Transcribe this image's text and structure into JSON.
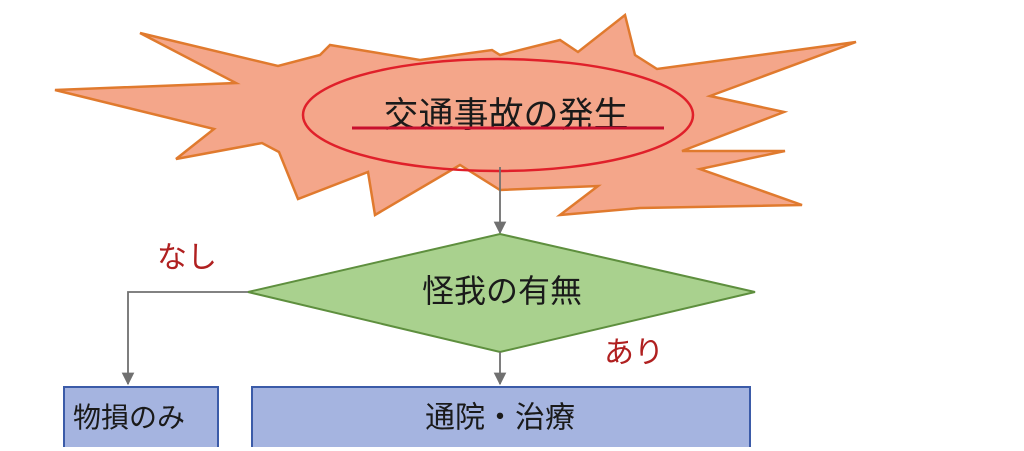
{
  "diagram": {
    "start_node": {
      "label": "交通事故の発生"
    },
    "decision_node": {
      "label": "怪我の有無"
    },
    "branch_no": {
      "label": "なし"
    },
    "branch_yes": {
      "label": "あり"
    },
    "box_left": {
      "label": "物損のみ"
    },
    "box_right": {
      "label": "通院・治療"
    }
  },
  "colors": {
    "burst_fill": "#F4A68A",
    "burst_stroke": "#E07A2E",
    "highlight_ellipse": "#E0202A",
    "underline": "#C8102E",
    "decision_fill": "#A9D18E",
    "decision_stroke": "#5E8F3E",
    "box_fill": "#A5B4E0",
    "box_stroke": "#3B5BA8",
    "connector": "#707070",
    "branch_text": "#B02020",
    "node_text": "#1A1A1A"
  }
}
